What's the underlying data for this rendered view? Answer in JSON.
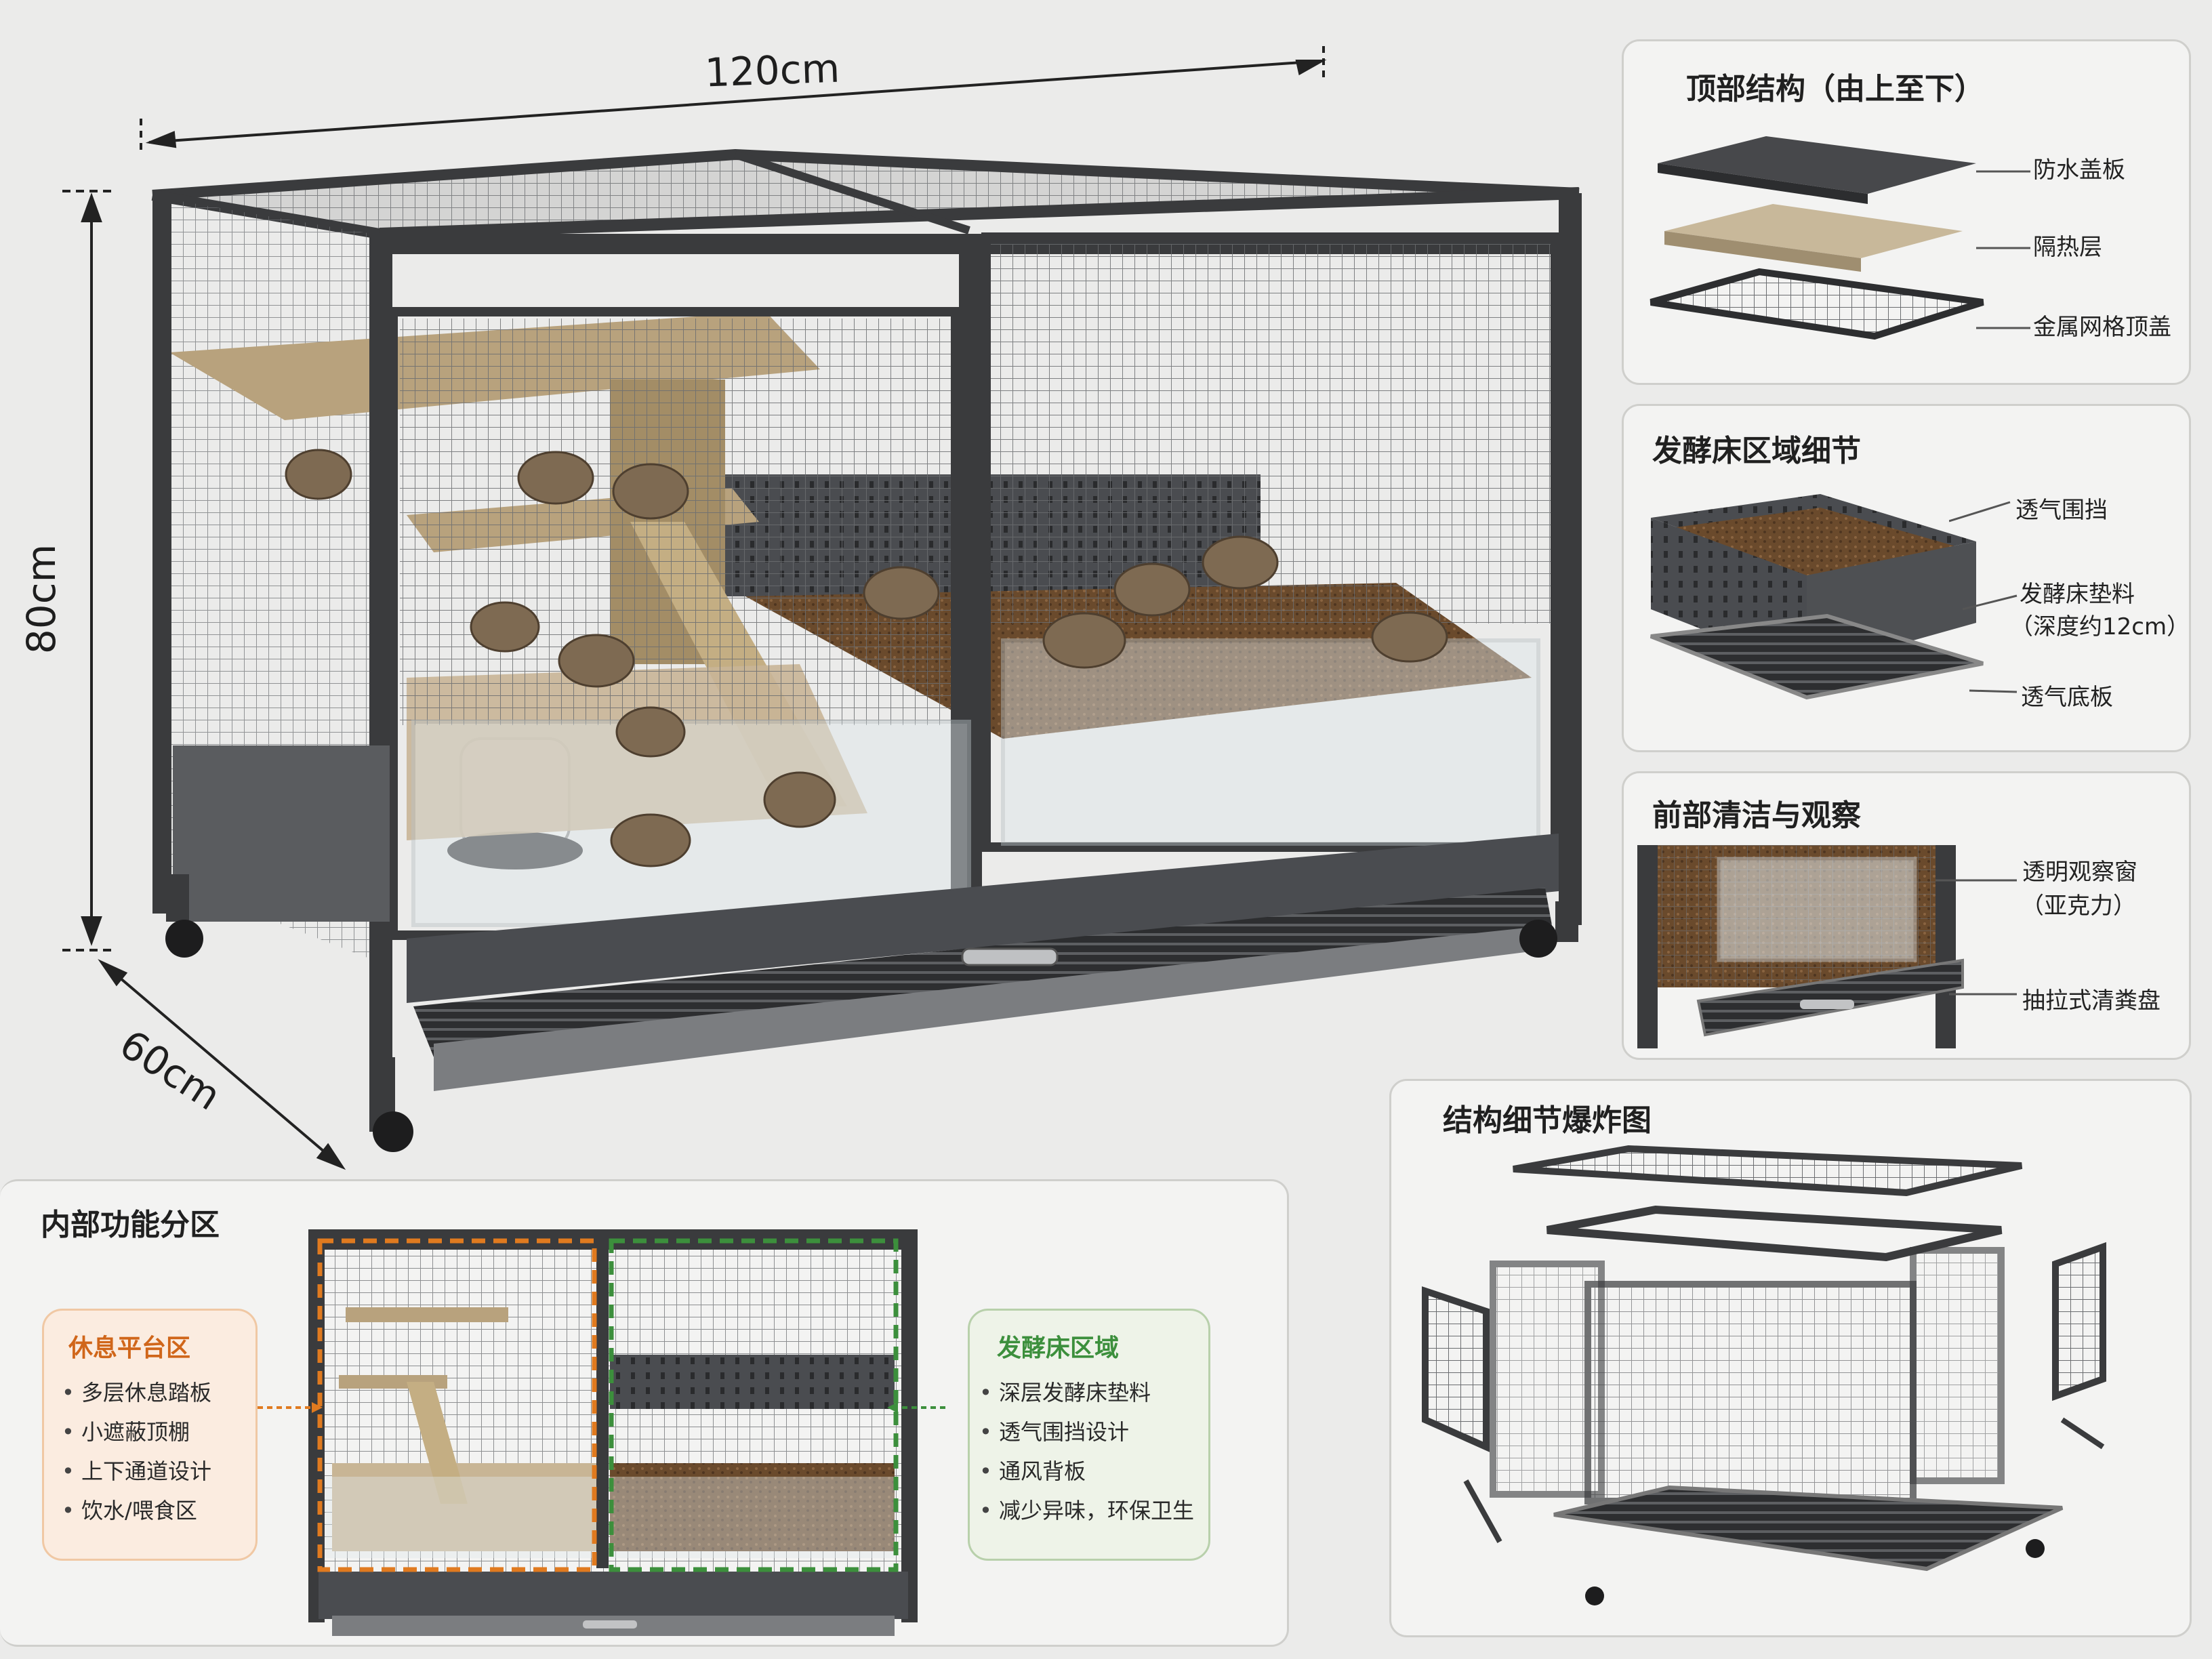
{
  "dimensions": {
    "width": "120cm",
    "height": "80cm",
    "depth": "60cm"
  },
  "panels": {
    "top_structure": {
      "title": "顶部结构（由上至下）",
      "labels": [
        "防水盖板",
        "隔热层",
        "金属网格顶盖"
      ]
    },
    "fermentation_detail": {
      "title": "发酵床区域细节",
      "labels": [
        "透气围挡",
        "发酵床垫料",
        "（深度约12cm）",
        "透气底板"
      ]
    },
    "front_cleaning": {
      "title": "前部清洁与观察",
      "labels": [
        "透明观察窗",
        "（亚克力）",
        "抽拉式清粪盘"
      ]
    },
    "exploded": {
      "title": "结构细节爆炸图"
    },
    "zones": {
      "title": "内部功能分区",
      "rest_zone": {
        "title": "休息平台区",
        "items": [
          "多层休息踏板",
          "小遮蔽顶棚",
          "上下通道设计",
          "饮水/喂食区"
        ]
      },
      "bed_zone": {
        "title": "发酵床区域",
        "items": [
          "深层发酵床垫料",
          "透气围挡设计",
          "通风背板",
          "减少异味，环保卫生"
        ]
      }
    }
  },
  "colors": {
    "rest_accent": "#e07a1f",
    "bed_accent": "#3c8f3c",
    "frame": "#3a3b3d"
  }
}
